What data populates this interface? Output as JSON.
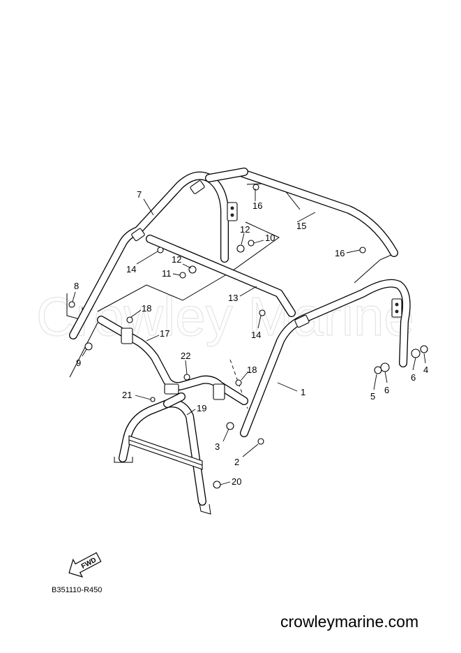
{
  "diagram": {
    "code": "B351110-R450",
    "site_url": "crowleymarine.com",
    "watermark": "Crowley Marine",
    "fwd_label": "FWD",
    "callouts": [
      "1",
      "2",
      "3",
      "4",
      "5",
      "6",
      "6",
      "7",
      "8",
      "9",
      "10",
      "11",
      "12",
      "12",
      "13",
      "14",
      "14",
      "15",
      "16",
      "16",
      "17",
      "18",
      "18",
      "19",
      "20",
      "21",
      "22"
    ]
  }
}
